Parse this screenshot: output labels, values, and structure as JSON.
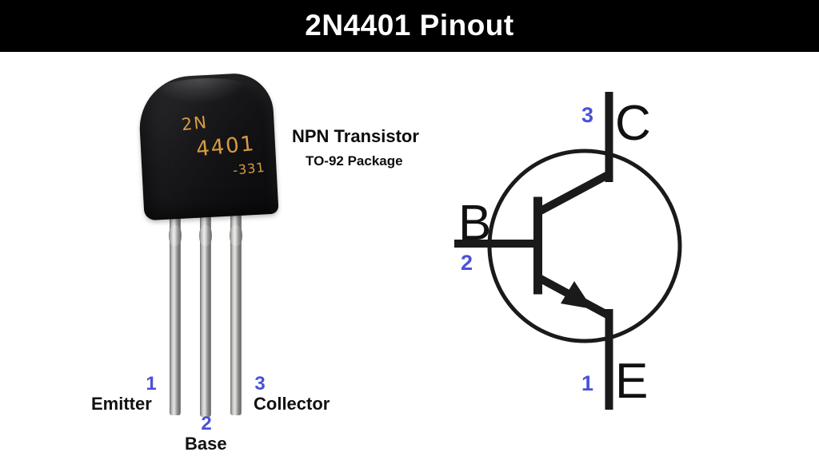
{
  "header": {
    "title": "2N4401 Pinout"
  },
  "photo": {
    "marking": {
      "line1": "2N",
      "line2": "4401",
      "line3": "-331"
    },
    "pins": [
      {
        "number": "1",
        "name": "Emitter"
      },
      {
        "number": "2",
        "name": "Base"
      },
      {
        "number": "3",
        "name": "Collector"
      }
    ]
  },
  "description": {
    "title": "NPN Transistor",
    "subtitle": "TO-92 Package"
  },
  "schematic": {
    "collector": {
      "letter": "C",
      "number": "3"
    },
    "base": {
      "letter": "B",
      "number": "2"
    },
    "emitter": {
      "letter": "E",
      "number": "1"
    }
  },
  "colors": {
    "accent_blue": "#4a52d6",
    "marking_orange": "#d89c42",
    "line_black": "#1a1a1a",
    "header_bg": "#000000",
    "header_text": "#ffffff"
  }
}
